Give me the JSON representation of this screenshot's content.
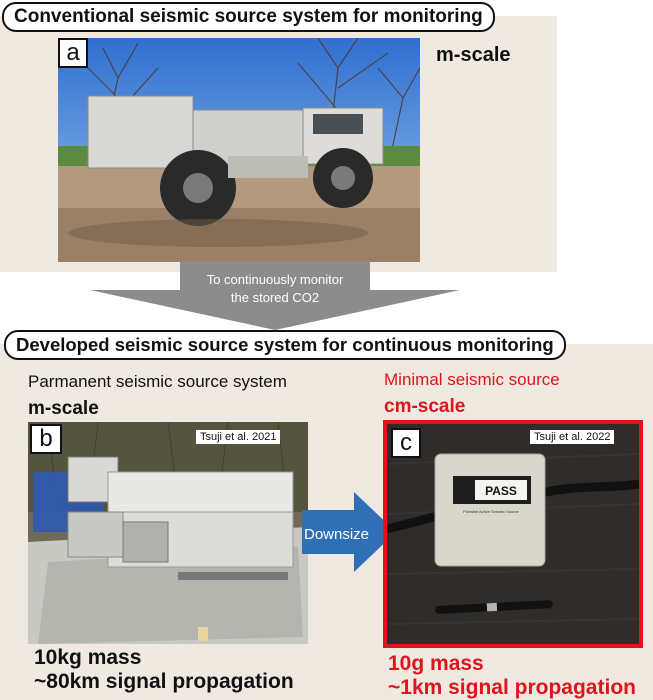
{
  "top": {
    "title": "Conventional seismic source system for monitoring",
    "label": "a",
    "scale": "m-scale"
  },
  "arrow": {
    "text_line1": "To continuously monitor",
    "text_line2": "the stored CO2"
  },
  "bottom": {
    "title": "Developed seismic source system for continuous monitoring",
    "left": {
      "heading": "Parmanent seismic source system",
      "scale": "m-scale",
      "label": "b",
      "citation": "Tsuji et al. 2021",
      "mass": "10kg mass",
      "propagation": "~80km signal propagation"
    },
    "downsize": "Downsize",
    "right": {
      "heading": "Minimal seismic source",
      "scale": "cm-scale",
      "label": "c",
      "citation": "Tsuji et al. 2022",
      "device_text": "PASS",
      "device_subtext": "Portable Active Seismic Source",
      "mass": "10g mass",
      "propagation": "~1km signal propagation"
    }
  },
  "colors": {
    "panel_bg": "#efe9e1",
    "accent_red": "#e0141c",
    "arrow_blue": "#2f6fb6",
    "arrow_gray": "#8c8c8c"
  }
}
